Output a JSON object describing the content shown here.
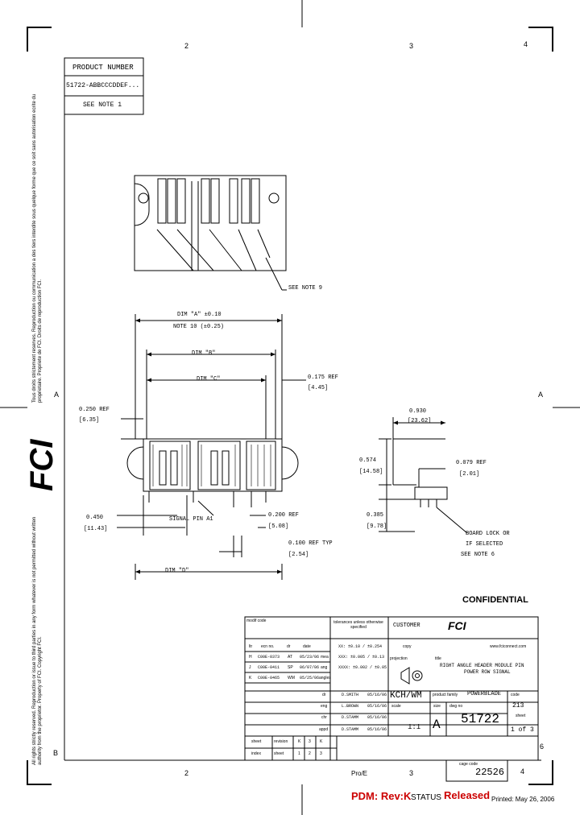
{
  "border": {
    "zones_top": [
      "2",
      "3",
      "4"
    ],
    "zones_bottom": [
      "2",
      "3",
      "4"
    ],
    "zones_side": [
      "A",
      "B"
    ],
    "zone_right_bottom": "6"
  },
  "product_box": {
    "header": "PRODUCT NUMBER",
    "number": "51722-ABBCCCDDEF...",
    "note": "SEE NOTE 1"
  },
  "side_notes": {
    "french": "Tous droits strictement reserves. Reproduction ou communication a des tiers interdite sous quelque forme que ce soit sans autorisation ecrite du proprietaire. Propriete de FCI. Droits de reproduction FCI.",
    "english": "All rights strictly reserved. Reproduction or issue to third parties in any form whatever is not permitted without written authority from the proprietor. Property of FCI. Copyright FCI."
  },
  "logo": {
    "text": "FCI"
  },
  "top_view": {
    "note": "SEE NOTE 9"
  },
  "dimensions": {
    "dim_a": "DIM \"A\" ±0.10",
    "note_10": "NOTE 10 (±0.25)",
    "dim_b": "DIM \"B\"",
    "dim_c": "DIM \"C\"",
    "ref_175": "0.175 REF",
    "ref_175_mm": "[4.45]",
    "ref_250": "0.250 REF",
    "ref_250_mm": "[6.35]",
    "dim_450": "0.450",
    "dim_450_mm": "[11.43]",
    "signal_pin": "SIGNAL PIN A1",
    "ref_200": "0.200 REF",
    "ref_200_mm": "[5.08]",
    "ref_100": "0.100 REF TYP",
    "ref_100_mm": "[2.54]",
    "dim_d": "DIM \"D\""
  },
  "side_view": {
    "dim_930": "0.930",
    "dim_930_mm": "[23.62]",
    "dim_574": "0.574",
    "dim_574_mm": "[14.58]",
    "ref_079": "0.079 REF",
    "ref_079_mm": "[2.01]",
    "dim_385": "0.385",
    "dim_385_mm": "[9.78]",
    "board_lock_1": "BOARD LOCK OR",
    "board_lock_2": "IF SELECTED",
    "board_lock_3": "SEE NOTE 6"
  },
  "title_block": {
    "confidential": "CONFIDENTIAL",
    "modif_code": "modif code",
    "tolerances": "tolerances unless otherwise specified",
    "customer": "CUSTOMER",
    "url": "www.fciconnect.com",
    "logo": "FCI",
    "revisions": {
      "headers": [
        "ltr",
        "ecn no.",
        "dr",
        "date"
      ],
      "rows": [
        [
          "H",
          "C00E-0373",
          "AT",
          "05/23/06"
        ],
        [
          "J",
          "C00E-0411",
          "SP",
          "06/07/06"
        ],
        [
          "K",
          "C00E-0465",
          "WM",
          "05/25/06"
        ]
      ]
    },
    "measure_labels": [
      "mea",
      "ang",
      "angles"
    ],
    "tol_values": [
      "XX: ±0.10 / ±0.254",
      "XXX: ±0.005 / ±0.13",
      "XXXX: ±0.002 / ±0.05"
    ],
    "copy": "copy",
    "projection": "projection",
    "title_label": "title",
    "title_line1": "RIGHT ANGLE HEADER MODULE PIN",
    "title_line2": "POWER ROW SIGNAL",
    "sign_rows": [
      {
        "label": "dr",
        "name": "D.SMITH",
        "date": "05/16/06"
      },
      {
        "label": "eng",
        "name": "L.BROWN",
        "date": "05/16/06"
      },
      {
        "label": "chr",
        "name": "D.STAMM",
        "date": "05/16/06"
      },
      {
        "label": "appd",
        "name": "D.STAMM",
        "date": "05/16/06"
      }
    ],
    "kch": "KCH/WM",
    "product_family_label": "product family",
    "product_family": "POWERBLADE",
    "scale_label": "scale",
    "scale": "1:1",
    "size_label": "size",
    "size": "A",
    "dwg_label": "dwg no",
    "dwg_no": "51722",
    "code_label": "code",
    "code": "213",
    "sheet_label": "sheet",
    "sheet": "1 of 3",
    "sheet_rev_headers": [
      "sheet",
      "revision",
      "K",
      "3",
      "K"
    ],
    "sheet_index": [
      "index",
      "sheet",
      "1",
      "2",
      "3"
    ],
    "proe": "Pro/E",
    "code_code_label": "cage code",
    "cage_code": "22526"
  },
  "footer": {
    "pdm": "PDM: Rev:K",
    "status_label": "STATUS",
    "status": "Released",
    "printed": "Printed: May 26, 2006"
  },
  "colors": {
    "pdm": "#cc0000",
    "status": "#cc0000",
    "line": "#000000"
  }
}
